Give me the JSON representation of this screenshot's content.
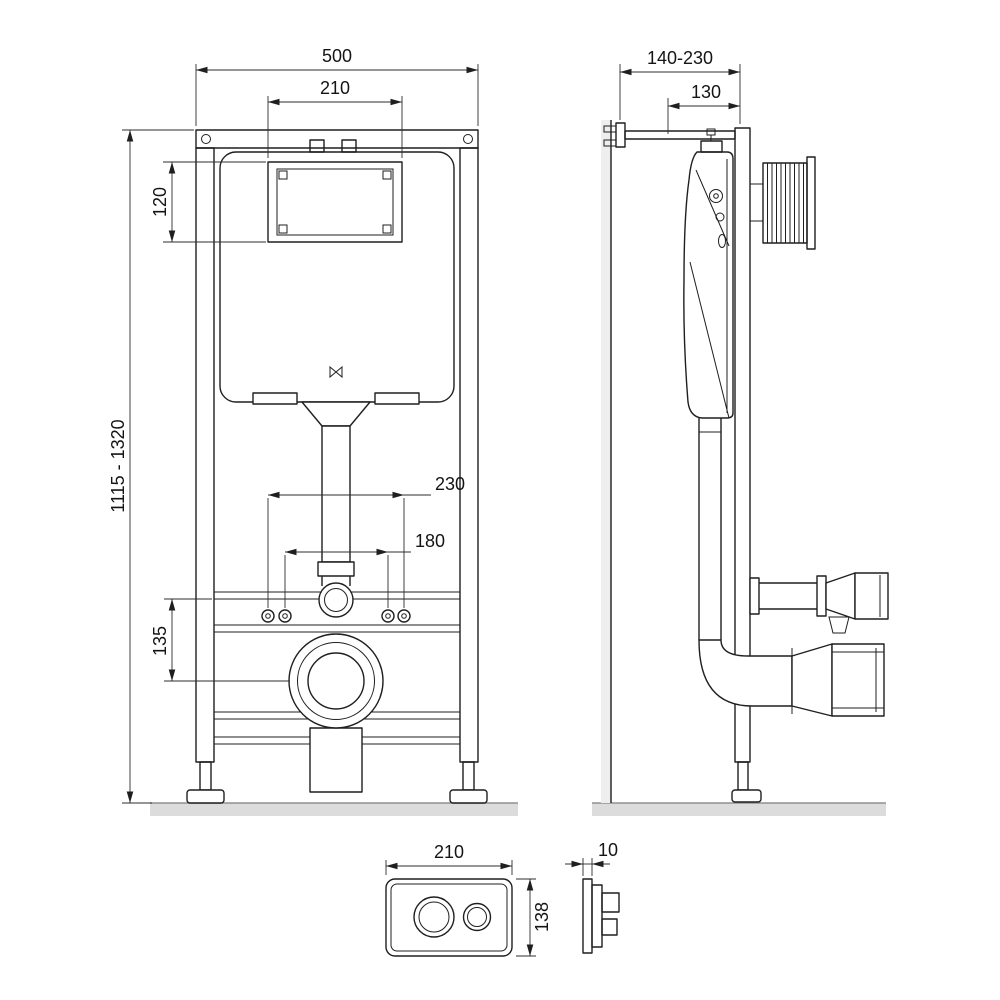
{
  "front_view": {
    "dim_width_total": "500",
    "dim_opening_width": "210",
    "dim_opening_height": "120",
    "dim_height_range": "1115 - 1320",
    "dim_fixing_spacing_outer": "230",
    "dim_fixing_spacing_inner": "180",
    "dim_outlet_height": "135"
  },
  "side_view": {
    "dim_depth_adjustable": "140-230",
    "dim_frame_depth": "130"
  },
  "flush_plate": {
    "dim_width": "210",
    "dim_height": "138",
    "dim_thickness": "10"
  },
  "colors": {
    "line": "#1f1f1f",
    "ground": "#dcdcdc",
    "background": "#ffffff"
  }
}
